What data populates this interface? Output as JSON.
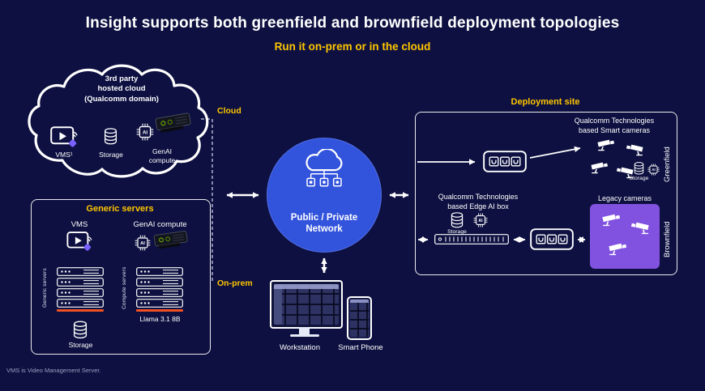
{
  "page": {
    "title": "Insight supports both greenfield and brownfield deployment topologies",
    "subtitle": "Run it on-prem or in the cloud",
    "footnote": "VMS is Video Management Server."
  },
  "cloud_group": {
    "title": "3rd party\nhosted cloud\n(Qualcomm domain)",
    "vms_label": "VMS¹",
    "storage_label": "Storage",
    "genai_label": "GenAI\ncompute"
  },
  "connectors": {
    "cloud_label": "Cloud",
    "onprem_label": "On-prem"
  },
  "network": {
    "label": "Public / Private\nNetwork"
  },
  "generic_servers": {
    "title": "Generic servers",
    "vms_label": "VMS",
    "genai_label": "GenAI compute",
    "left_stack_label": "Generic servers",
    "right_stack_label": "Compute servers",
    "llama_label": "Llama 3.1 8B",
    "storage_label": "Storage"
  },
  "clients": {
    "workstation_label": "Workstation",
    "phone_label": "Smart Phone"
  },
  "deployment": {
    "title": "Deployment site",
    "greenfield": {
      "cameras_label": "Qualcomm Technologies\nbased Smart cameras",
      "storage_label": "Storage",
      "side_label": "Greenfield"
    },
    "brownfield": {
      "edge_label": "Qualcomm Technologies\nbased Edge AI box",
      "storage_label": "Storage",
      "legacy_label": "Legacy cameras",
      "side_label": "Brownfield"
    }
  },
  "icons": {
    "ai_label": "AI"
  },
  "colors": {
    "background": "#0d1040",
    "accent": "#ffc600",
    "network_blue": "#3253dc",
    "legacy_purple": "#8152e0",
    "server_orange": "#f05022"
  }
}
